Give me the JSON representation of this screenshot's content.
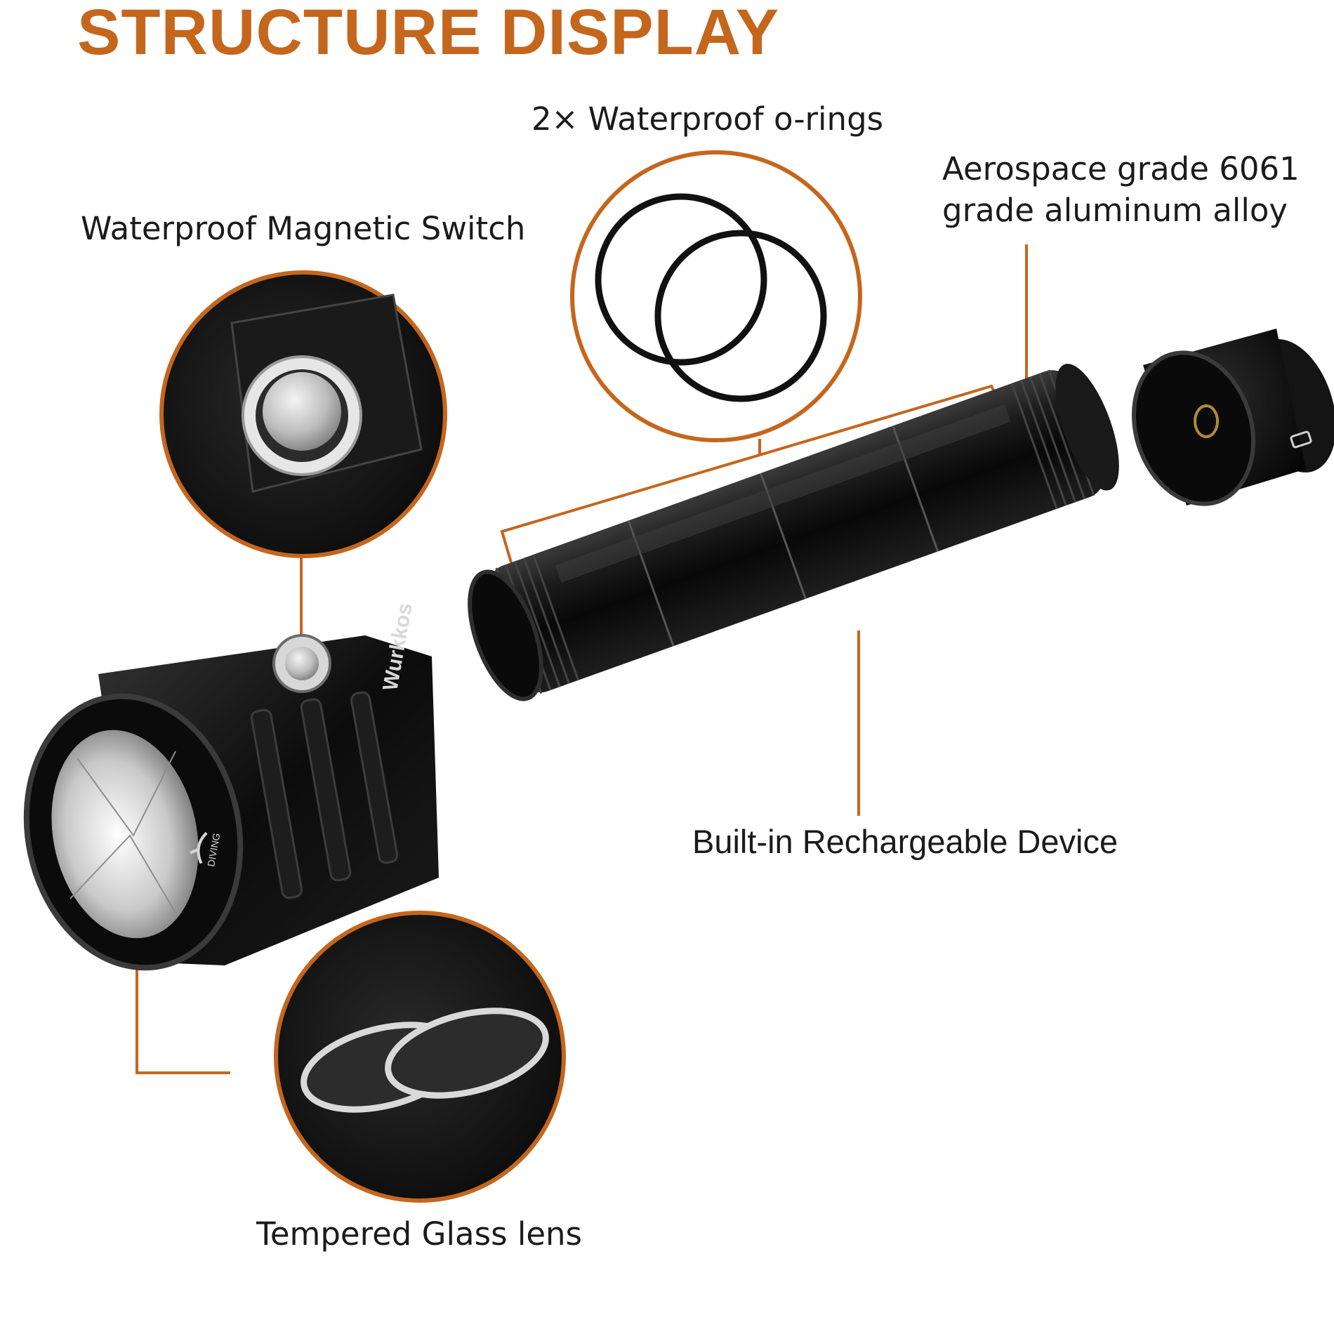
{
  "title": "STRUCTURE DISPLAY",
  "labels": {
    "o_rings": "2× Waterproof o-rings",
    "aluminum_line1": "Aerospace grade 6061",
    "aluminum_line2": "grade aluminum alloy",
    "magnetic_switch": "Waterproof Magnetic Switch",
    "rechargeable": "Built-in Rechargeable Device",
    "glass_lens": "Tempered Glass lens"
  },
  "product_marks": {
    "brand": "Wurkkos",
    "diving": "DIVING"
  },
  "colors": {
    "accent": "#c5661d",
    "text": "#1b1b1b",
    "body": "#111111",
    "background": "#ffffff"
  }
}
